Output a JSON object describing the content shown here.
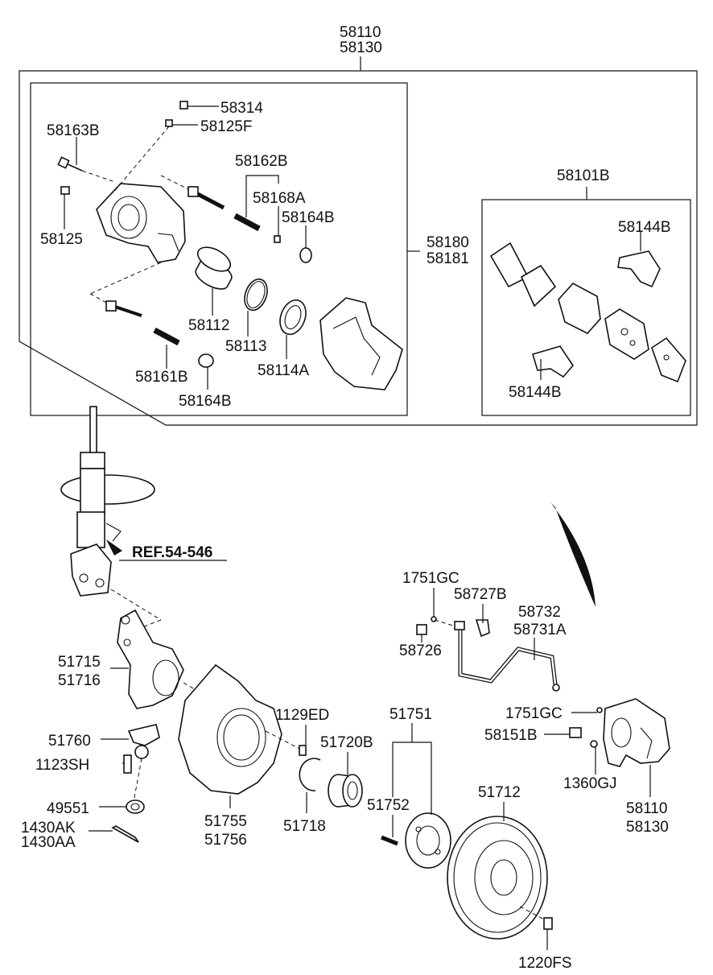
{
  "callouts": {
    "top_assembly_a": "58110",
    "top_assembly_b": "58130",
    "caliper_kit_a": "58180",
    "caliper_kit_b": "58181",
    "pad_kit": "58101B",
    "pad_spring_top": "58144B",
    "pad_spring_bottom": "58144B",
    "cap": "58314",
    "bleeder": "58125F",
    "bolt_guide": "58163B",
    "bleeder_cap": "58125",
    "pin_group": "58162B",
    "pin_boot_small": "58168A",
    "pin_boot_top": "58164B",
    "piston": "58112",
    "seal": "58113",
    "piston_boot": "58114A",
    "pin_lower": "58161B",
    "pin_boot_bottom": "58164B",
    "strut_ref": "REF.54-546",
    "knuckle_a": "51715",
    "knuckle_b": "51716",
    "ball_joint": "51760",
    "bolt_1123": "1123SH",
    "nut_49551": "49551",
    "cotter_a": "1430AK",
    "cotter_b": "1430AA",
    "dust_cover_a": "51755",
    "dust_cover_b": "51756",
    "screw_1129": "1129ED",
    "snap_ring": "51718",
    "bearing": "51720B",
    "hub_group": "51751",
    "hub_bolt": "51752",
    "disc": "51712",
    "disc_screw": "1220FS",
    "washer_top": "1751GC",
    "clip": "58727B",
    "hose_a": "58732",
    "hose_b": "58731A",
    "union_bolt": "58726",
    "washer_lower": "1751GC",
    "caliper_bolt": "58151B",
    "caliper_washer": "1360GJ",
    "caliper_a": "58110",
    "caliper_b": "58130"
  }
}
